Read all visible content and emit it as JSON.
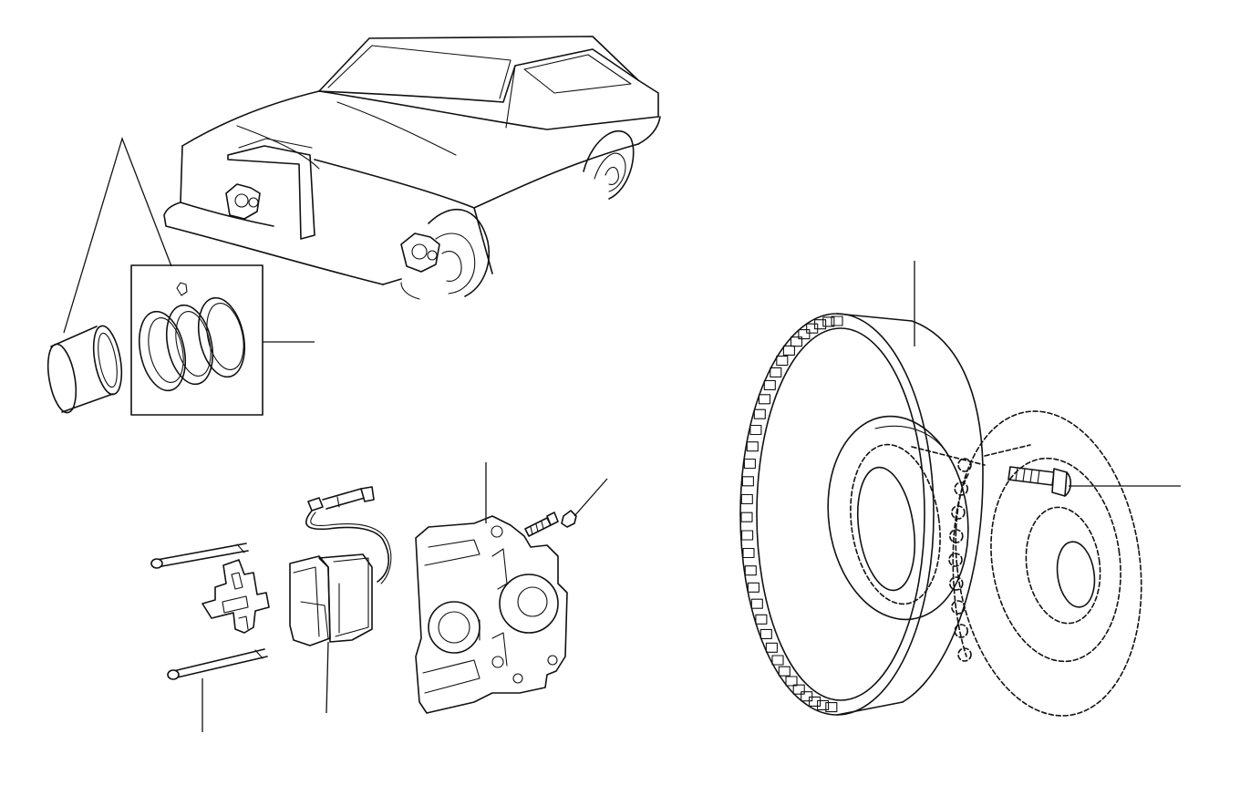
{
  "diagram": {
    "background": "#ffffff",
    "line_color": "#111111",
    "parts": [
      {
        "id": "vehicle-overview",
        "icon": "car-icon"
      },
      {
        "id": "piston-seal-kit",
        "icon": "seal-rings-icon"
      },
      {
        "id": "caliper-piston",
        "icon": "cylinder-icon"
      },
      {
        "id": "pad-retaining-pins",
        "icon": "pin-icon"
      },
      {
        "id": "anti-rattle-spring",
        "icon": "spring-clip-icon"
      },
      {
        "id": "brake-pads",
        "icon": "brake-pad-icon"
      },
      {
        "id": "pad-wear-sensor",
        "icon": "sensor-lead-icon"
      },
      {
        "id": "brake-caliper",
        "icon": "caliper-icon"
      },
      {
        "id": "bleed-screw",
        "icon": "bleed-nipple-icon"
      },
      {
        "id": "ventilated-brake-disc",
        "icon": "disc-rotor-icon"
      },
      {
        "id": "wheel-hub",
        "icon": "hub-icon"
      },
      {
        "id": "disc-bolt",
        "icon": "bolt-icon"
      }
    ]
  }
}
